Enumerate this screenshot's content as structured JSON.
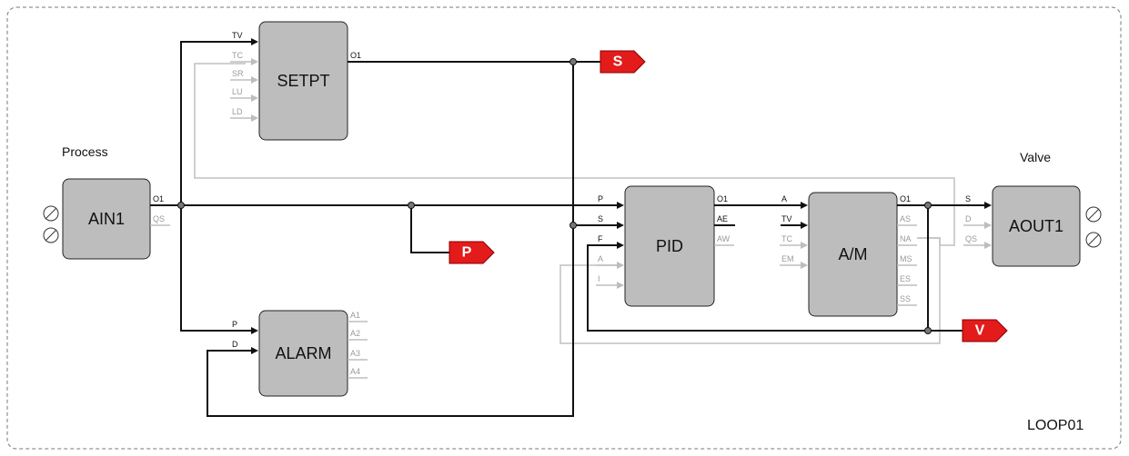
{
  "loop_name": "LOOP01",
  "labels": {
    "process": "Process",
    "valve": "Valve"
  },
  "blocks": {
    "ain1": {
      "name": "AIN1",
      "outputs": [
        "O1",
        "QS"
      ]
    },
    "setpt": {
      "name": "SETPT",
      "inputs": [
        "TV",
        "TC",
        "SR",
        "LU",
        "LD"
      ],
      "outputs": [
        "O1"
      ]
    },
    "alarm": {
      "name": "ALARM",
      "inputs": [
        "P",
        "D"
      ],
      "outputs": [
        "A1",
        "A2",
        "A3",
        "A4"
      ]
    },
    "pid": {
      "name": "PID",
      "inputs": [
        "P",
        "S",
        "F",
        "A",
        "I"
      ],
      "outputs": [
        "O1",
        "AE",
        "AW"
      ]
    },
    "am": {
      "name": "A/M",
      "inputs": [
        "A",
        "TV",
        "TC",
        "EM"
      ],
      "outputs": [
        "O1",
        "AS",
        "NA",
        "MS",
        "ES",
        "SS"
      ]
    },
    "aout1": {
      "name": "AOUT1",
      "inputs": [
        "S",
        "D",
        "QS"
      ]
    }
  },
  "tags": {
    "s": "S",
    "p": "P",
    "v": "V"
  },
  "colors": {
    "active": "#111111",
    "inactive": "#bdbdbd",
    "block_fill": "#bdbdbd",
    "tag_fill": "#e31b1b"
  }
}
